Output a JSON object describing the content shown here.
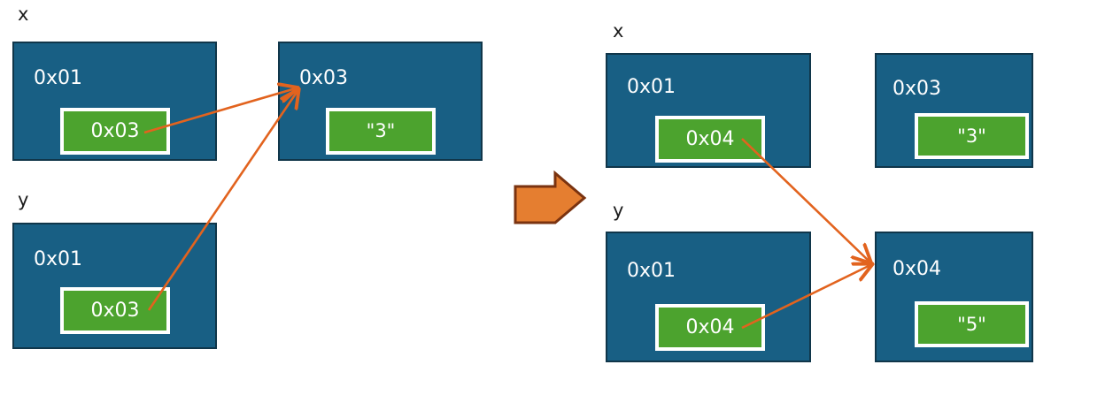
{
  "diagram": {
    "title_present": false,
    "colors": {
      "memory_block": "#185F84",
      "memory_block_border": "#10364a",
      "value_cell": "#4CA32E",
      "value_cell_border": "#ffffff",
      "pointer_arrow": "#E2631E",
      "transition_arrow_fill": "#E57E30",
      "transition_arrow_border": "#7A3310",
      "text_on_block": "#ffffff",
      "label_text": "#1a1a1a",
      "background": "#ffffff"
    },
    "before": {
      "variables": [
        {
          "name": "x",
          "frame": {
            "address": "0x01",
            "value": "0x03"
          }
        },
        {
          "name": "y",
          "frame": {
            "address": "0x01",
            "value": "0x03"
          }
        }
      ],
      "heap": [
        {
          "address": "0x03",
          "value": "\"3\""
        }
      ],
      "pointers": [
        {
          "from": "x.0x03",
          "to": "0x03"
        },
        {
          "from": "y.0x03",
          "to": "0x03"
        }
      ]
    },
    "after": {
      "variables": [
        {
          "name": "x",
          "frame": {
            "address": "0x01",
            "value": "0x04"
          }
        },
        {
          "name": "y",
          "frame": {
            "address": "0x01",
            "value": "0x04"
          }
        }
      ],
      "heap": [
        {
          "address": "0x03",
          "value": "\"3\""
        },
        {
          "address": "0x04",
          "value": "\"5\""
        }
      ],
      "pointers": [
        {
          "from": "x.0x04",
          "to": "0x04"
        },
        {
          "from": "y.0x04",
          "to": "0x04"
        }
      ]
    },
    "transition": {
      "icon": "right-arrow-icon",
      "label": ""
    }
  }
}
